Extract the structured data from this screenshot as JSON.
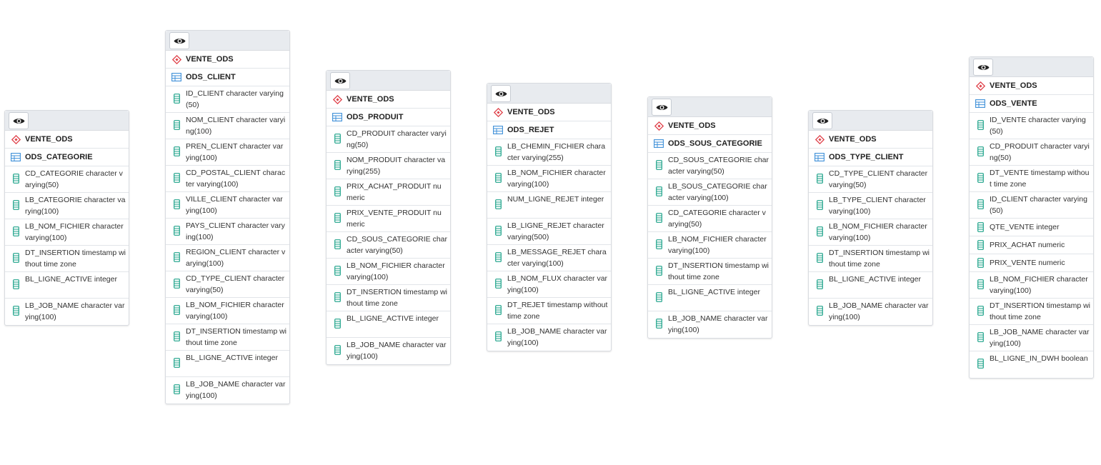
{
  "colors": {
    "schema_icon": "#e0434c",
    "table_icon": "#3c8fd8",
    "column_icon": "#1fa38a",
    "header_bg": "#e8ebef"
  },
  "nodes": [
    {
      "schema": "VENTE_ODS",
      "table": "ODS_CATEGORIE",
      "columns": [
        "CD_CATEGORIE character varying(50)",
        "LB_CATEGORIE character varying(100)",
        "LB_NOM_FICHIER character varying(100)",
        "DT_INSERTION timestamp without time zone",
        "BL_LIGNE_ACTIVE integer",
        "LB_JOB_NAME character varying(100)"
      ]
    },
    {
      "schema": "VENTE_ODS",
      "table": "ODS_CLIENT",
      "columns": [
        "ID_CLIENT character varying(50)",
        "NOM_CLIENT character varying(100)",
        "PREN_CLIENT character varying(100)",
        "CD_POSTAL_CLIENT character varying(100)",
        "VILLE_CLIENT character varying(100)",
        "PAYS_CLIENT character varying(100)",
        "REGION_CLIENT character varying(100)",
        "CD_TYPE_CLIENT character varying(50)",
        "LB_NOM_FICHIER character varying(100)",
        "DT_INSERTION timestamp without time zone",
        "BL_LIGNE_ACTIVE integer",
        "LB_JOB_NAME character varying(100)"
      ]
    },
    {
      "schema": "VENTE_ODS",
      "table": "ODS_PRODUIT",
      "columns": [
        "CD_PRODUIT character varying(50)",
        "NOM_PRODUIT character varying(255)",
        "PRIX_ACHAT_PRODUIT numeric",
        "PRIX_VENTE_PRODUIT numeric",
        "CD_SOUS_CATEGORIE character varying(50)",
        "LB_NOM_FICHIER character varying(100)",
        "DT_INSERTION timestamp without time zone",
        "BL_LIGNE_ACTIVE integer",
        "LB_JOB_NAME character varying(100)"
      ]
    },
    {
      "schema": "VENTE_ODS",
      "table": "ODS_REJET",
      "columns": [
        "LB_CHEMIN_FICHIER character varying(255)",
        "LB_NOM_FICHIER character varying(100)",
        "NUM_LIGNE_REJET integer",
        "LB_LIGNE_REJET character varying(500)",
        "LB_MESSAGE_REJET character varying(100)",
        "LB_NOM_FLUX character varying(100)",
        "DT_REJET timestamp without time zone",
        "LB_JOB_NAME character varying(100)"
      ]
    },
    {
      "schema": "VENTE_ODS",
      "table": "ODS_SOUS_CATEGORIE",
      "columns": [
        "CD_SOUS_CATEGORIE character varying(50)",
        "LB_SOUS_CATEGORIE character varying(100)",
        "CD_CATEGORIE character varying(50)",
        "LB_NOM_FICHIER character varying(100)",
        "DT_INSERTION timestamp without time zone",
        "BL_LIGNE_ACTIVE integer",
        "LB_JOB_NAME character varying(100)"
      ]
    },
    {
      "schema": "VENTE_ODS",
      "table": "ODS_TYPE_CLIENT",
      "columns": [
        "CD_TYPE_CLIENT character varying(50)",
        "LB_TYPE_CLIENT character varying(100)",
        "LB_NOM_FICHIER character varying(100)",
        "DT_INSERTION timestamp without time zone",
        "BL_LIGNE_ACTIVE integer",
        "LB_JOB_NAME character varying(100)"
      ]
    },
    {
      "schema": "VENTE_ODS",
      "table": "ODS_VENTE",
      "columns": [
        "ID_VENTE character varying(50)",
        "CD_PRODUIT character varying(50)",
        "DT_VENTE timestamp without time zone",
        "ID_CLIENT character varying(50)",
        "QTE_VENTE integer",
        "PRIX_ACHAT numeric",
        "PRIX_VENTE numeric",
        "LB_NOM_FICHIER character varying(100)",
        "DT_INSERTION timestamp without time zone",
        "LB_JOB_NAME character varying(100)",
        "BL_LIGNE_IN_DWH boolean"
      ]
    }
  ]
}
